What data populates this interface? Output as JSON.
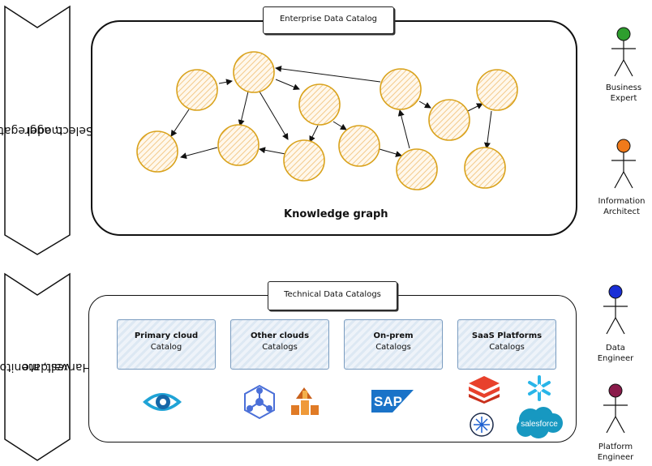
{
  "left_steps": [
    {
      "label_line1": "Select, aggregate and",
      "label_line2": "model"
    },
    {
      "label_line1": "Harvest, monitor and",
      "label_line2": "validate"
    }
  ],
  "enterprise": {
    "title": "Enterprise Data Catalog",
    "graph_label": "Knowledge graph",
    "node_color": "#e0a81c"
  },
  "technical": {
    "title": "Technical Data Catalogs",
    "catalogs": [
      {
        "title": "Primary cloud",
        "subtitle": "Catalog"
      },
      {
        "title": "Other clouds",
        "subtitle": "Catalogs"
      },
      {
        "title": "On-prem",
        "subtitle": "Catalogs"
      },
      {
        "title": "SaaS Platforms",
        "subtitle": "Catalogs"
      }
    ],
    "logos": [
      {
        "name": "eye-catalog-logo"
      },
      {
        "name": "hexagon-network-logo"
      },
      {
        "name": "aws-glue-logo"
      },
      {
        "name": "sap-logo",
        "text": "SAP"
      },
      {
        "name": "databricks-logo"
      },
      {
        "name": "snowflake-logo"
      },
      {
        "name": "starburst-logo"
      },
      {
        "name": "salesforce-logo",
        "text": "salesforce"
      }
    ]
  },
  "personas": [
    {
      "line1": "Business",
      "line2": "Expert",
      "color": "#2e9e2e"
    },
    {
      "line1": "Information",
      "line2": "Architect",
      "color": "#f07a1a"
    },
    {
      "line1": "Data",
      "line2": "Engineer",
      "color": "#1a2fd6"
    },
    {
      "line1": "Platform",
      "line2": "Engineer",
      "color": "#8a1a4a"
    }
  ]
}
